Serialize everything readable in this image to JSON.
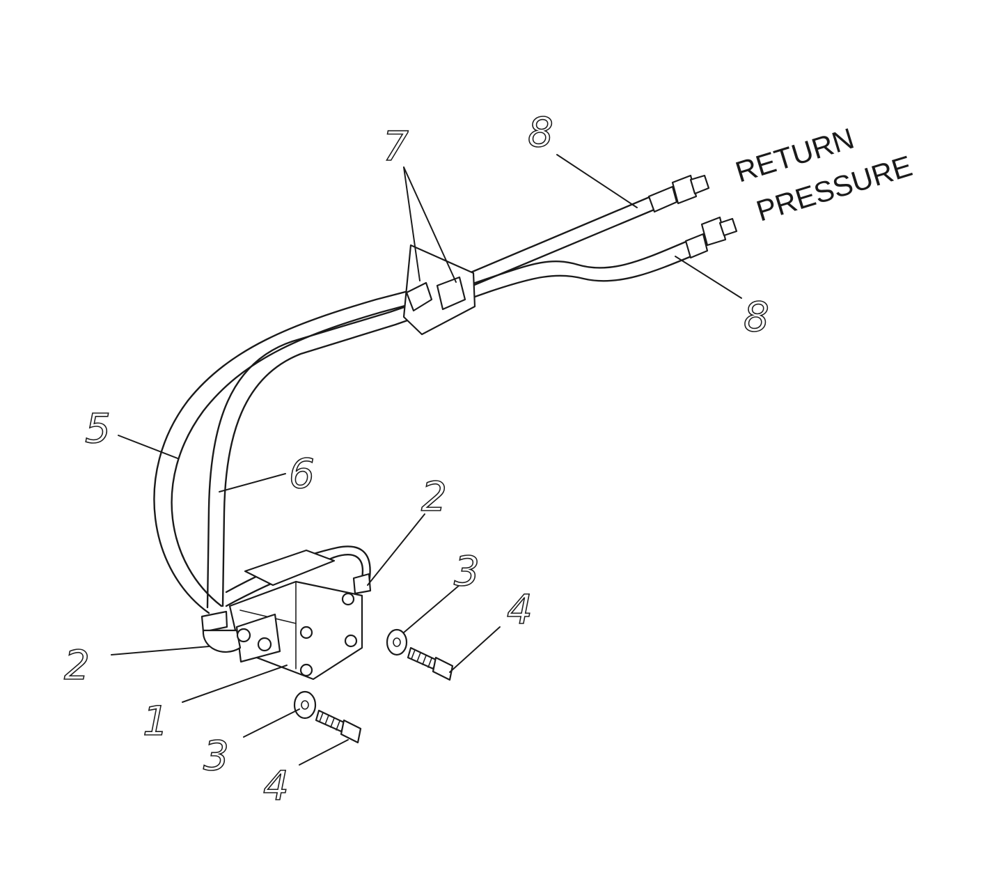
{
  "callouts": {
    "block": "1",
    "elbow_left": "2",
    "elbow_right": "2",
    "washer_upper": "3",
    "washer_lower": "3",
    "bolt_upper": "4",
    "bolt_lower": "4",
    "hose_return": "5",
    "hose_pressure": "6",
    "clamp": "7",
    "hose_end_return": "8",
    "hose_end_pressure": "8"
  },
  "port_labels": {
    "return": "RETURN",
    "pressure": "PRESSURE"
  }
}
